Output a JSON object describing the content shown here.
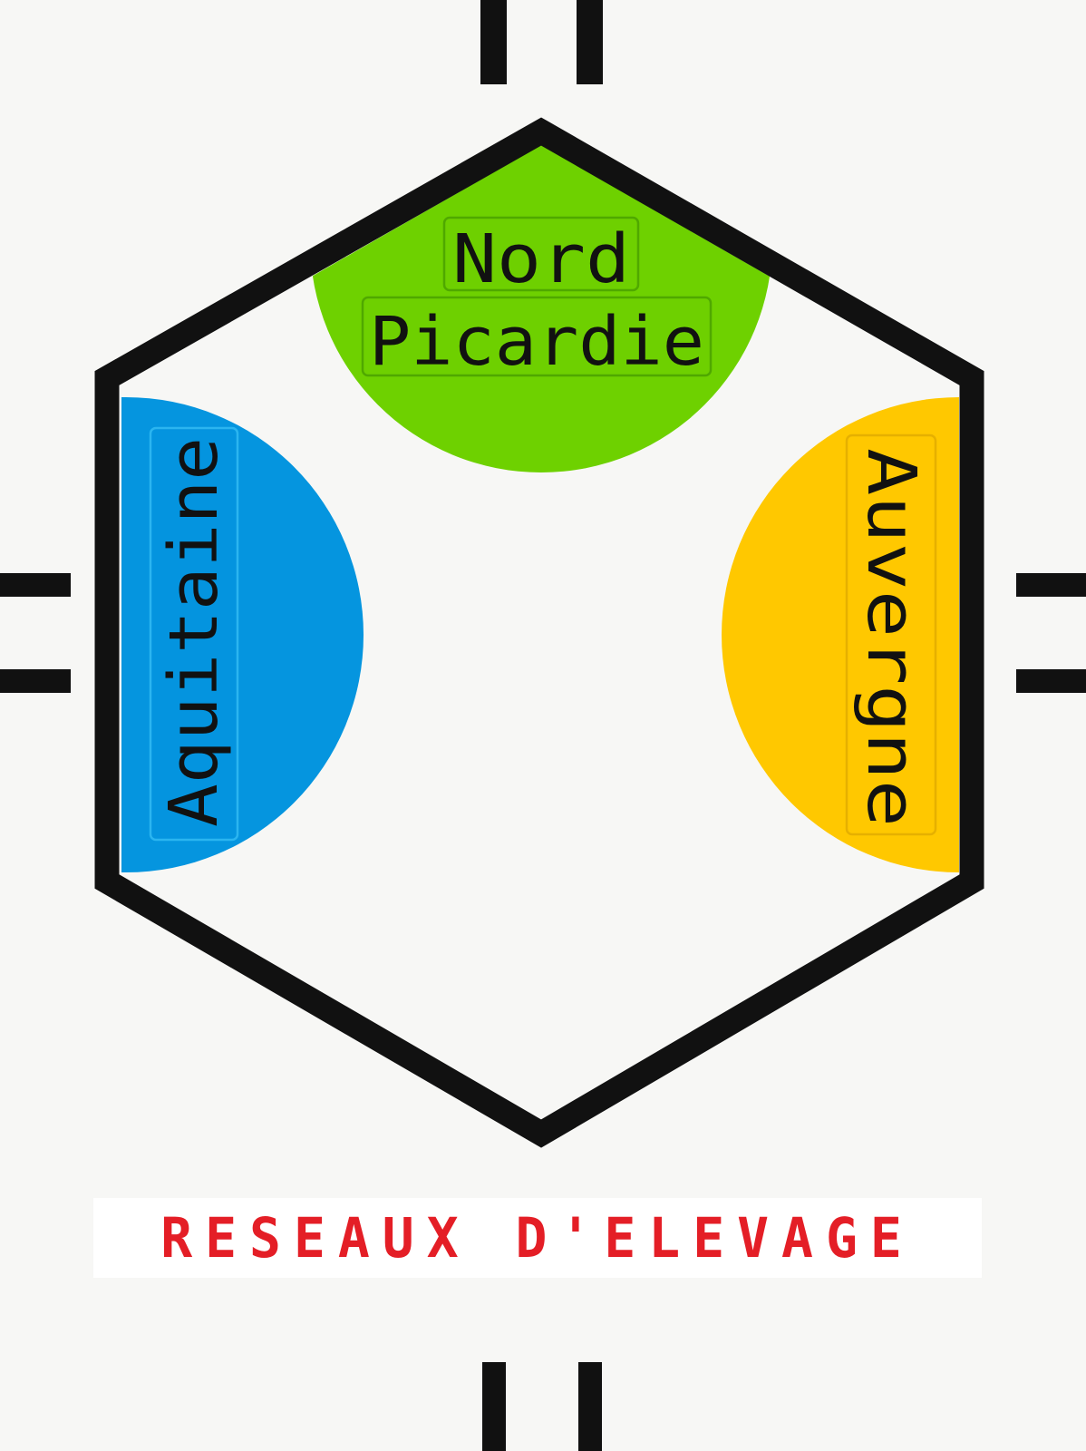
{
  "poster": {
    "background_color": "#f7f7f5",
    "regions": [
      {
        "key": "north",
        "lines": [
          "Nord",
          "Picardie"
        ],
        "color": "#6ed100"
      },
      {
        "key": "west",
        "name": "Aquitaine",
        "color": "#0595df"
      },
      {
        "key": "east",
        "name": "Auvergne",
        "color": "#ffc800"
      }
    ],
    "title": "RESEAUX D'ELEVAGE",
    "title_color": "#e41e26",
    "frame_color": "#111111"
  }
}
